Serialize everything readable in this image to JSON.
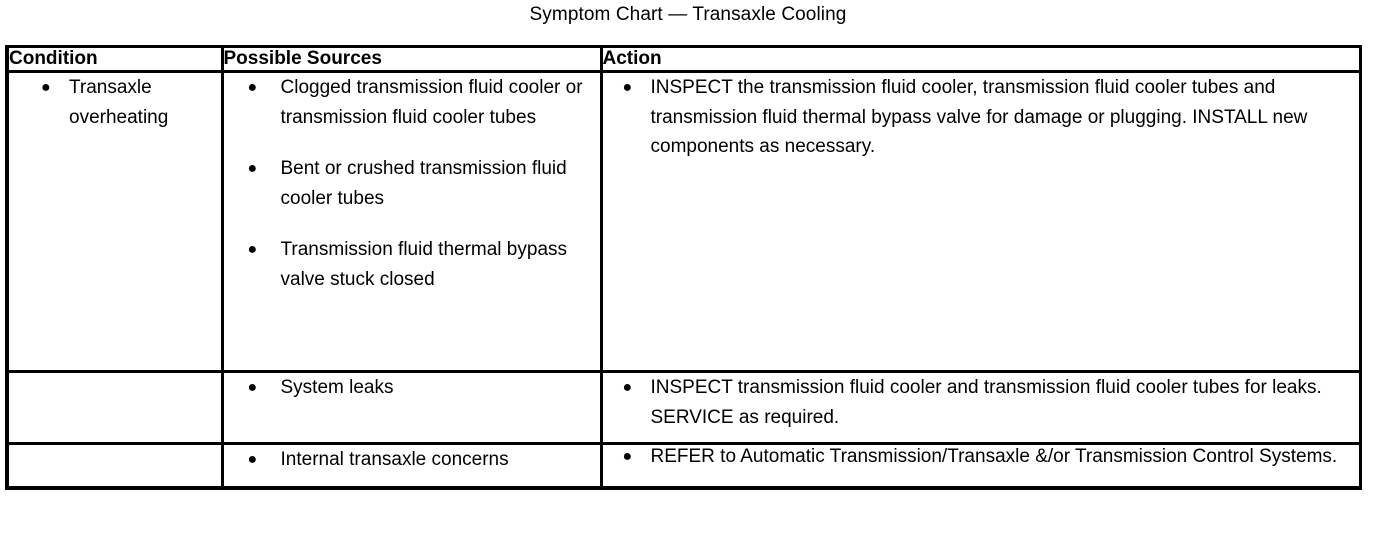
{
  "title": "Symptom Chart — Transaxle Cooling",
  "table": {
    "headers": [
      "Condition",
      "Possible Sources",
      "Action"
    ],
    "rows": [
      {
        "condition": [
          "Transaxle overheating"
        ],
        "sources": [
          "Clogged transmission fluid cooler or transmission fluid cooler tubes",
          "Bent or crushed transmission fluid cooler tubes",
          "Transmission fluid thermal bypass valve stuck closed"
        ],
        "actions": [
          "INSPECT the transmission fluid cooler, transmission fluid cooler tubes and transmission fluid thermal bypass valve for damage or plugging. INSTALL new components as necessary."
        ]
      },
      {
        "condition": [],
        "sources": [
          "System leaks"
        ],
        "actions": [
          "INSPECT transmission fluid cooler and transmission fluid cooler tubes for leaks. SERVICE as required."
        ]
      },
      {
        "condition": [],
        "sources": [
          "Internal transaxle concerns"
        ],
        "actions": [
          "REFER to Automatic Transmission/Transaxle &/or Transmission Control Systems."
        ]
      }
    ]
  },
  "icons": {
    "bullet": "●"
  },
  "colors": {
    "text": "#000000",
    "background": "#ffffff",
    "border": "#000000"
  }
}
